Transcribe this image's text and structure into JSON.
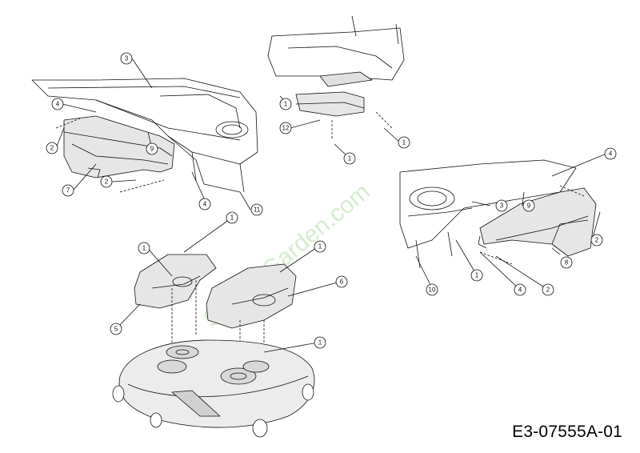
{
  "drawing_code": "E3-07555A-01",
  "watermark": "SparesGarden.com",
  "callouts": [
    "1",
    "2",
    "3",
    "4",
    "5",
    "6",
    "7",
    "8",
    "9",
    "10",
    "11",
    "12"
  ]
}
